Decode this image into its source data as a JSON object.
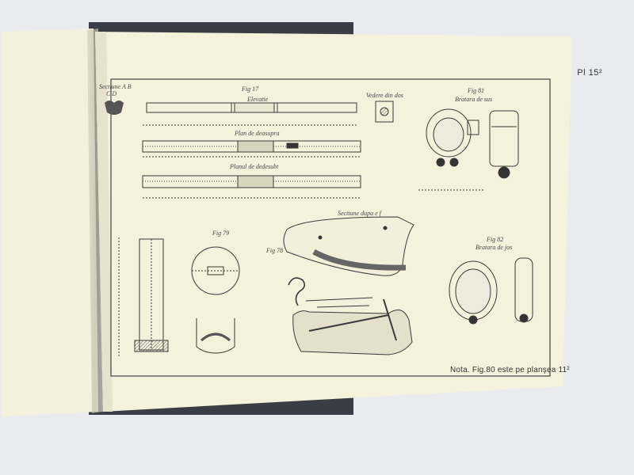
{
  "plate": {
    "number": "Pl 15²",
    "note": "Nota. Fig.80 este pe planşea 11²"
  },
  "labels": {
    "fig17": "Fig 17",
    "elevatie": "Elevatie",
    "plan_de_deasupra": "Plan de deasupra",
    "planul_de_dedesubt": "Planul de dedesubt",
    "vedere_din_dos": "Vedere din dos",
    "sectiune_ab": "Sectiune A B",
    "sectiune_cd": "C D",
    "fig_right_top": "Fig 81",
    "bratara_de_sus": "Bratara de sus",
    "fig_right_bottom": "Fig 82",
    "bratara_de_jos": "Bratara de jos",
    "fig_middle": "Fig 78",
    "sectiune_dupa_ef": "Sectiune dupa e f",
    "fig_small": "Fig 79"
  },
  "colors": {
    "background": "#e9ebee",
    "paper_left": "#f3f0db",
    "paper_right": "#f5f2dc",
    "cover": "#3a3d45",
    "ink": "#3a3a3a"
  }
}
